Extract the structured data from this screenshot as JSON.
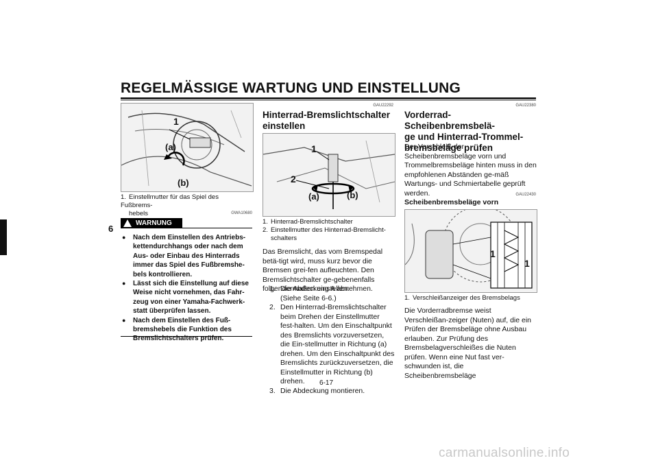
{
  "header": {
    "title": "REGELMÄSSIGE WARTUNG UND EINSTELLUNG"
  },
  "chapter": {
    "number": "6"
  },
  "left": {
    "figure": {
      "label_1": "1",
      "label_a": "(a)",
      "label_b": "(b)"
    },
    "caption": {
      "num": "1.",
      "line1": "Einstellmutter für das Spiel des Fußbrems-",
      "line2": "hebels"
    },
    "warning_code": "GWA10680",
    "warning_label": "WARNUNG",
    "warning_items": [
      "Nach dem Einstellen des Antriebs-kettendurchhangs oder nach dem Aus- oder Einbau des Hinterrads immer das Spiel des Fußbremshe-bels kontrollieren.",
      "Lässt sich die Einstellung auf diese Weise nicht vornehmen, das Fahr-zeug von einer Yamaha-Fachwerk-statt überprüfen lassen.",
      "Nach dem Einstellen des Fuß-bremshebels die Funktion des Bremslichtschalters prüfen."
    ]
  },
  "middle": {
    "code": "GAU22292",
    "heading_line1": "Hinterrad-Bremslichtschalter",
    "heading_line2": "einstellen",
    "figure": {
      "label_1": "1",
      "label_2": "2",
      "label_a": "(a)",
      "label_b": "(b)"
    },
    "captions": [
      {
        "num": "1.",
        "text": "Hinterrad-Bremslichtschalter",
        "cont": ""
      },
      {
        "num": "2.",
        "text": "Einstellmutter des Hinterrad-Bremslicht-",
        "cont": "schalters"
      }
    ],
    "intro": "Das Bremslicht, das vom Bremspedal betä-tigt wird, muss kurz bevor die Bremsen grei-fen aufleuchten. Den Bremslichtschalter ge-gebenenfalls folgendermaßen einstellen:",
    "steps": [
      {
        "num": "1.",
        "text": "Die Abdeckung A abnehmen. (Siehe Seite 6-6.)"
      },
      {
        "num": "2.",
        "text": "Den Hinterrad-Bremslichtschalter beim Drehen der Einstellmutter fest-halten. Um den Einschaltpunkt des Bremslichts vorzuversetzen, die Ein-stellmutter in Richtung (a) drehen. Um den Einschaltpunkt des Bremslichts zurückzuversetzen, die Einstellmutter in Richtung (b) drehen."
      },
      {
        "num": "3.",
        "text": "Die Abdeckung montieren."
      }
    ]
  },
  "right": {
    "code1": "GAU22380",
    "heading_line1": "Vorderrad-Scheibenbremsbelä-",
    "heading_line2": "ge und Hinterrad-Trommel-",
    "heading_line3": "bremsbeläge prüfen",
    "intro": "Der Verschleiß der Scheibenbremsbeläge vorn und Trommelbremsbeläge hinten muss in den empfohlenen Abständen ge-mäß Wartungs- und Schmiertabelle geprüft werden.",
    "code2": "GAU22430",
    "subheading": "Scheibenbremsbeläge vorn",
    "figure": {
      "label_1a": "1",
      "label_1b": "1"
    },
    "caption": {
      "num": "1.",
      "text": "Verschleißanzeiger des Bremsbelags"
    },
    "body": "Die Vorderradbremse weist Verschleißan-zeiger (Nuten) auf, die ein Prüfen der Bremsbeläge ohne Ausbau erlauben. Zur Prüfung des Bremsbelagverschleißes die Nuten prüfen. Wenn eine Nut fast ver-schwunden ist, die Scheibenbremsbeläge"
  },
  "footer": {
    "page": "6-17",
    "watermark": "carmanualsonline.info"
  }
}
